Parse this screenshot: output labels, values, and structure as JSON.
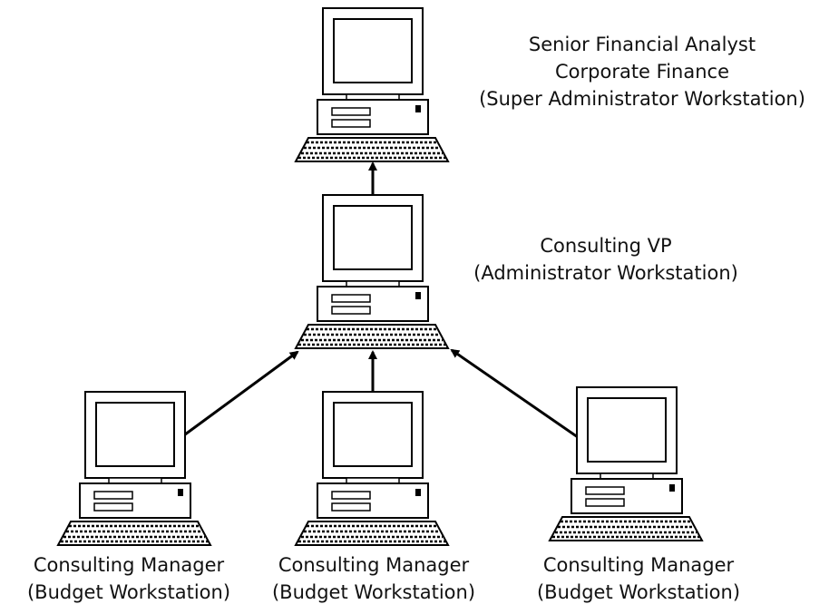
{
  "nodes": {
    "super": {
      "lines": [
        "Senior Financial Analyst",
        "Corporate Finance",
        "(Super Administrator Workstation)"
      ]
    },
    "admin": {
      "lines": [
        "Consulting VP",
        "(Administrator Workstation)"
      ]
    },
    "budget_left": {
      "lines": [
        "Consulting Manager",
        "(Budget Workstation)"
      ]
    },
    "budget_mid": {
      "lines": [
        "Consulting Manager",
        "(Budget Workstation)"
      ]
    },
    "budget_right": {
      "lines": [
        "Consulting Manager",
        "(Budget Workstation)"
      ]
    }
  },
  "edges": [
    {
      "from": "admin",
      "to": "super"
    },
    {
      "from": "budget_left",
      "to": "admin"
    },
    {
      "from": "budget_mid",
      "to": "admin"
    },
    {
      "from": "budget_right",
      "to": "admin"
    }
  ]
}
